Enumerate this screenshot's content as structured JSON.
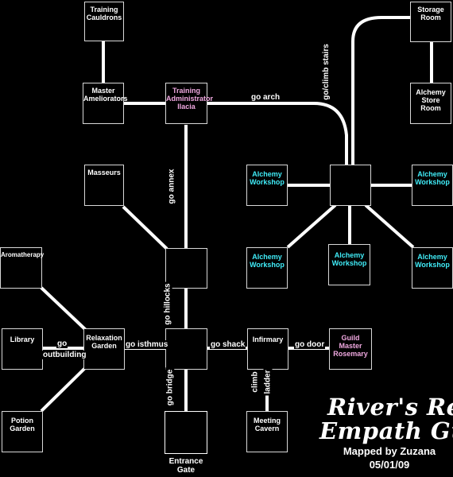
{
  "map": {
    "title_line1": "River's Rest",
    "title_line2": "Empath Guild",
    "credit": "Mapped by Zuzana",
    "date": "05/01/09"
  },
  "rooms": {
    "training_cauldrons": "Training\nCauldrons",
    "master_ameliorators": "Master\nAmeliorators",
    "training_administrator": "Training\nAdministrator\nIlacia",
    "storage_room": "Storage\nRoom",
    "alchemy_store_room": "Alchemy\nStore\nRoom",
    "masseurs": "Masseurs",
    "alchemy_workshop_1": "Alchemy\nWorkshop",
    "alchemy_workshop_2": "Alchemy\nWorkshop",
    "alchemy_workshop_3": "Alchemy\nWorkshop",
    "alchemy_workshop_4": "Alchemy\nWorkshop",
    "alchemy_workshop_5": "Alchemy\nWorkshop",
    "aromatherapy": "Aromatherapy",
    "library": "Library",
    "relaxation_garden": "Relaxation\nGarden",
    "infirmary": "Infirmary",
    "guild_master": "Guild\nMaster\nRosemary",
    "potion_garden": "Potion\nGarden",
    "meeting_cavern": "Meeting\nCavern",
    "entrance_gate": "Entrance\nGate"
  },
  "paths": {
    "go_arch": "go arch",
    "go_climb_stairs": "go/climb stairs",
    "go_annex": "go annex",
    "go_hillocks": "go hillocks",
    "go_isthmus": "go isthmus",
    "go_shack": "go shack",
    "go_door": "go door",
    "go_bridge": "go bridge",
    "climb_ladder_1": "climb",
    "climb_ladder_2": "ladder",
    "go_outbuilding_1": "go",
    "go_outbuilding_2": "outbuilding"
  },
  "colors": {
    "background": "#000000",
    "line": "#ffffff",
    "staff_name": "#f0a8e0",
    "workshop": "#40ecf8"
  }
}
